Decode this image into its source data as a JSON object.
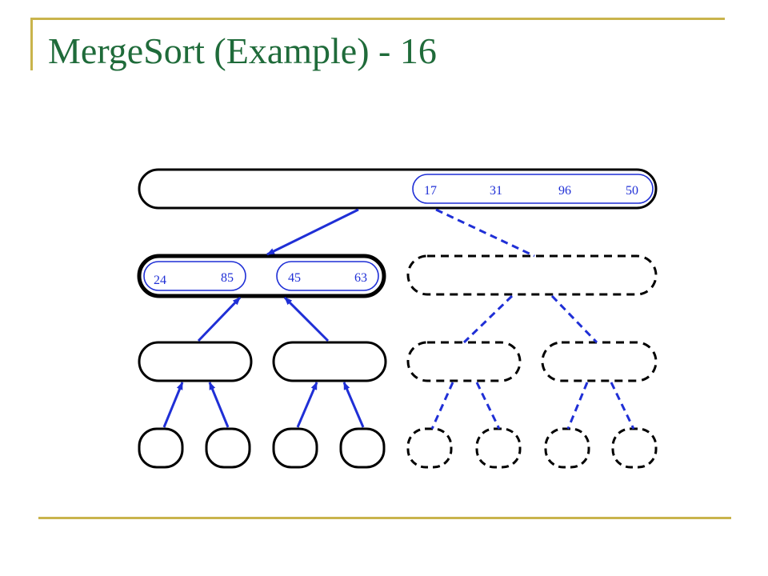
{
  "slide": {
    "title": "MergeSort (Example) - 16"
  },
  "colors": {
    "title": "#1f6b3a",
    "frame": "#c9b44c",
    "node_stroke": "#000000",
    "arrow": "#1f2fd6",
    "numbers": "#1f2fd6"
  },
  "diagram": {
    "root_sorted_values": [
      "17",
      "31",
      "96",
      "50"
    ],
    "level1_left_values": [
      "24",
      "85",
      "45",
      "63"
    ]
  }
}
